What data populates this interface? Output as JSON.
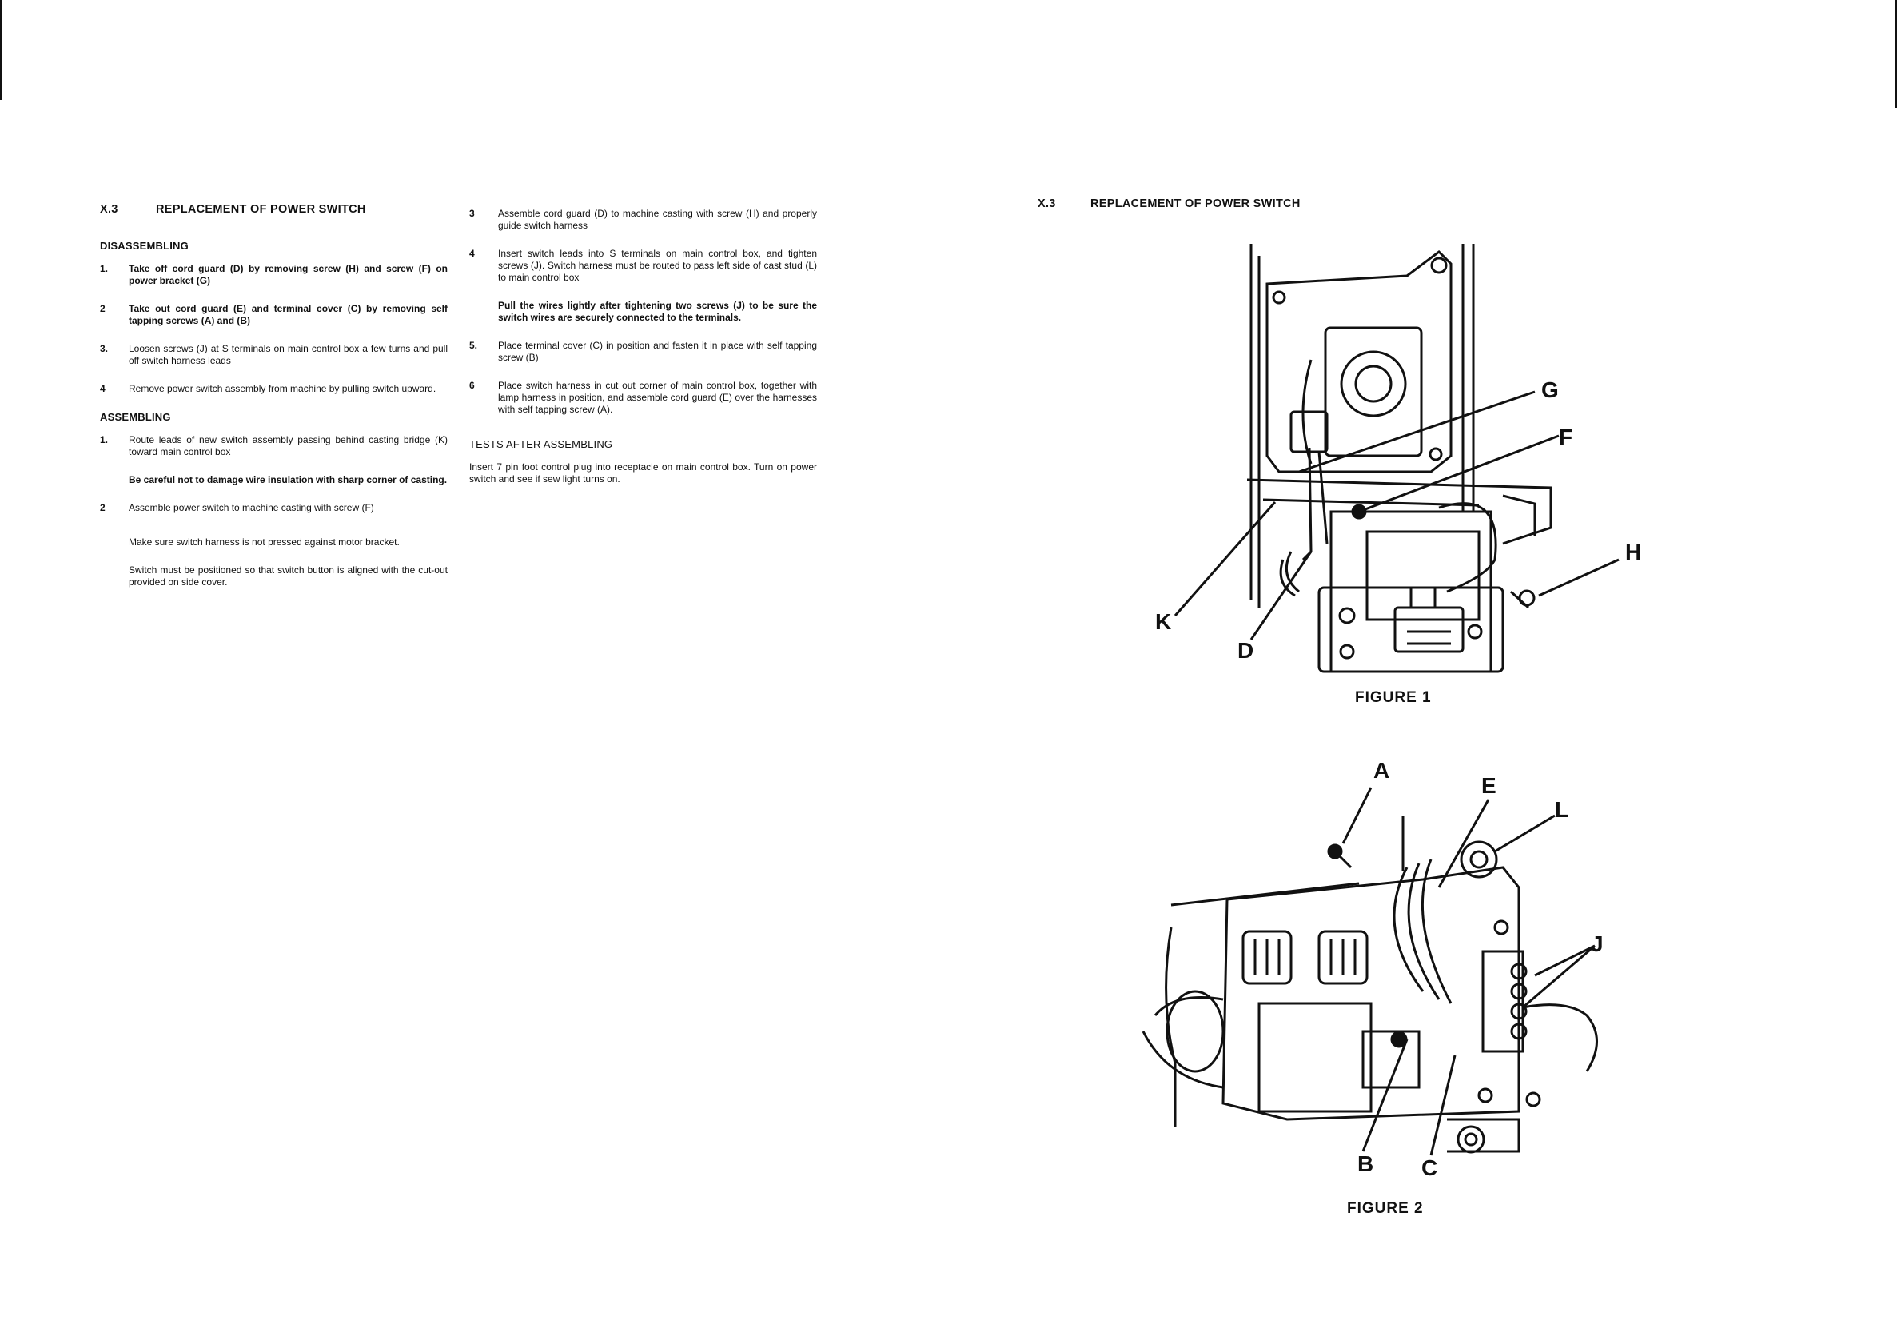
{
  "left": {
    "section_number": "X.3",
    "section_title": "REPLACEMENT OF POWER SWITCH",
    "disassembling_heading": "DISASSEMBLING",
    "disassembling_steps": [
      {
        "n": "1.",
        "text": "Take off cord guard (D) by removing screw (H) and screw (F) on power bracket (G)"
      },
      {
        "n": "2",
        "text": "Take out cord guard (E) and terminal cover (C) by removing self tapping screws (A) and (B)"
      },
      {
        "n": "3.",
        "text": "Loosen screws (J) at S terminals on main control box a few turns and pull off switch harness leads"
      },
      {
        "n": "4",
        "text": "Remove power switch assembly from machine by pulling switch upward."
      }
    ],
    "assembling_heading": "ASSEMBLING",
    "assembling_step1": {
      "n": "1.",
      "text": "Route leads of new switch assembly passing behind casting bridge (K) toward main control box"
    },
    "assembling_note1": "Be careful not to damage wire insulation with sharp corner of casting.",
    "assembling_step2": {
      "n": "2",
      "text": "Assemble power switch to machine casting with screw (F)"
    },
    "assembling_note2a": "Make sure switch harness is not pressed against motor bracket.",
    "assembling_note2b": "Switch must be positioned so that switch button is aligned with the cut-out provided on side cover."
  },
  "right": {
    "step3": {
      "n": "3",
      "text": "Assemble cord guard (D) to machine casting with screw (H) and properly guide switch harness"
    },
    "step4": {
      "n": "4",
      "text": "Insert switch leads into S terminals on main control box, and tighten screws (J). Switch harness must be routed to pass left side of cast stud (L) to main control box"
    },
    "step4_note": "Pull the wires lightly after tightening two screws (J) to be sure the switch wires are securely connected to the terminals.",
    "step5": {
      "n": "5.",
      "text": "Place terminal cover (C) in position and fasten it in place with self tapping screw (B)"
    },
    "step6": {
      "n": "6",
      "text": "Place switch harness in cut out corner of main control box, together with lamp harness in position, and assemble cord guard (E) over the harnesses with self tapping screw (A)."
    },
    "tests_heading": "TESTS AFTER ASSEMBLING",
    "tests_text": "Insert 7 pin foot control plug into receptacle on main control box. Turn on power switch and see if sew light turns on."
  },
  "figures": {
    "section_number": "X.3",
    "section_title": "REPLACEMENT OF POWER SWITCH",
    "figure1_caption": "FIGURE 1",
    "figure1_labels": {
      "g": "G",
      "f": "F",
      "h": "H",
      "k": "K",
      "d": "D"
    },
    "figure2_caption": "FIGURE 2",
    "figure2_labels": {
      "a": "A",
      "e": "E",
      "l": "L",
      "j": "J",
      "b": "B",
      "c": "C"
    }
  }
}
